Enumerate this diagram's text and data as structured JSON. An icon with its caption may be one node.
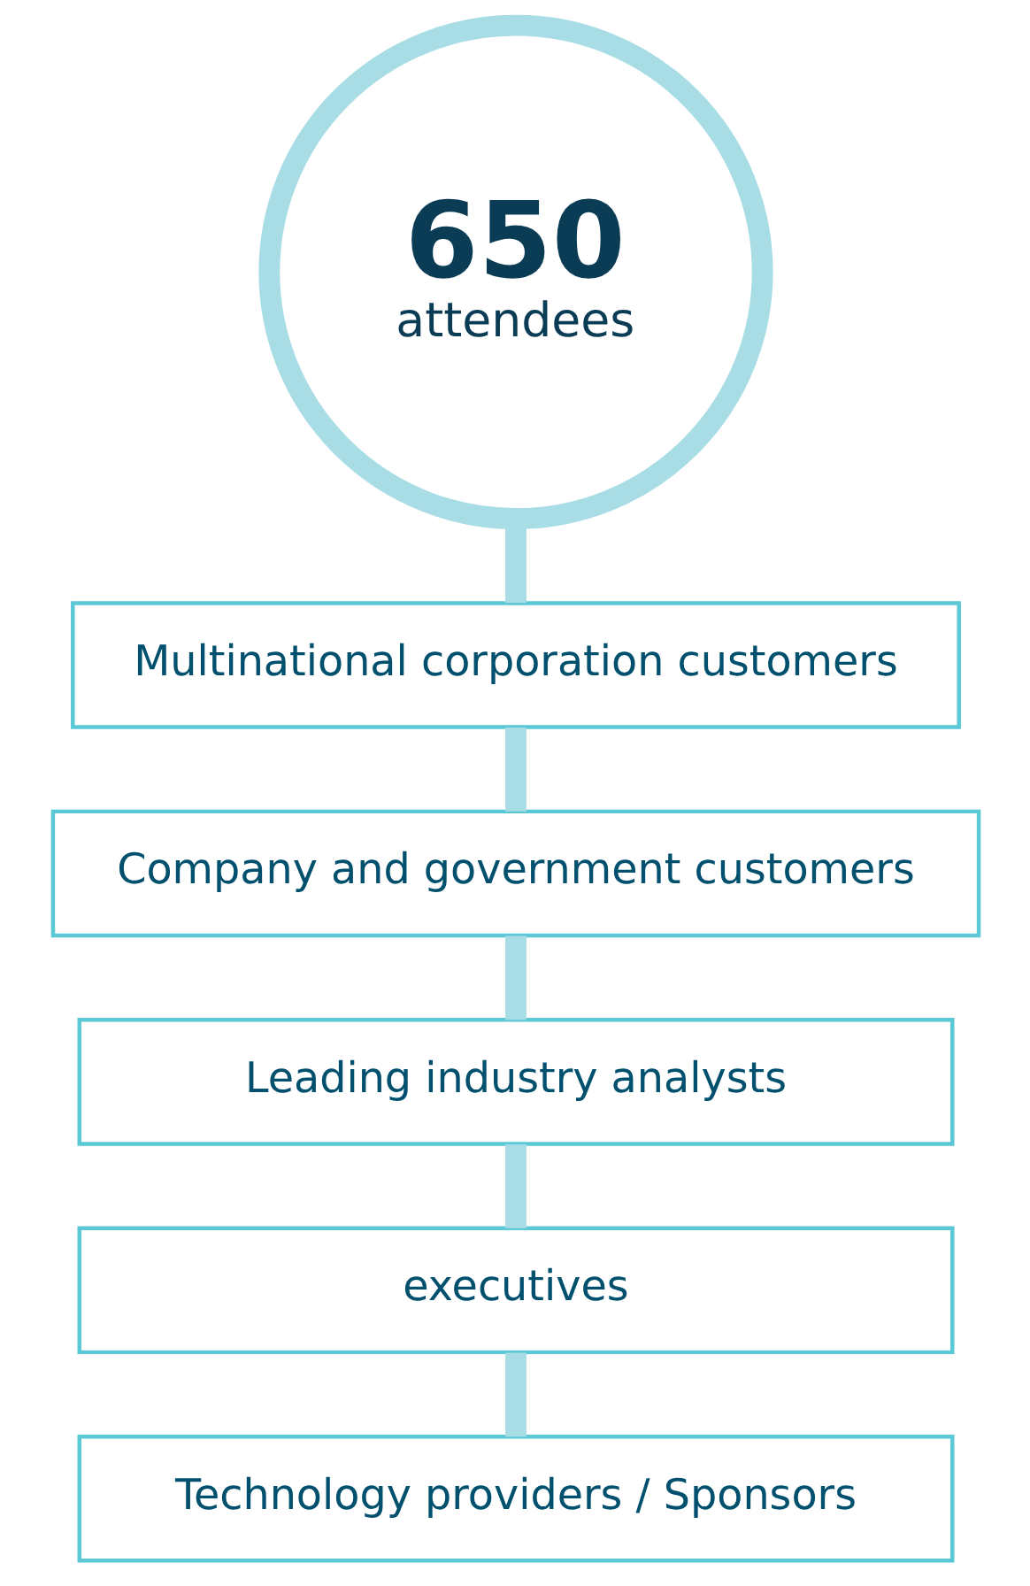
{
  "diagram": {
    "nodes": [
      {
        "text": [
          "650",
          "attendees"
        ]
      },
      {
        "text": [
          "Multinational corporation customers"
        ]
      },
      {
        "text": [
          "Company and government customers"
        ]
      },
      {
        "text": [
          "Leading industry analysts"
        ]
      },
      {
        "text": [
          "executives"
        ]
      },
      {
        "text": [
          "Technology providers / Sponsors"
        ]
      }
    ],
    "edges": [
      {
        "from": 0,
        "to": 1,
        "arrow": "none"
      },
      {
        "from": 1,
        "to": 2,
        "arrow": "none"
      },
      {
        "from": 2,
        "to": 3,
        "arrow": "none"
      },
      {
        "from": 3,
        "to": 4,
        "arrow": "none"
      },
      {
        "from": 4,
        "to": 5,
        "arrow": "none"
      }
    ]
  }
}
